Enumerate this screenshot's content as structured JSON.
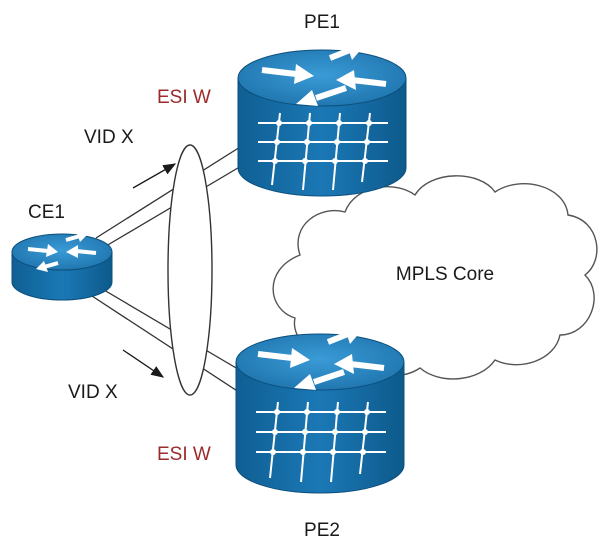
{
  "nodes": {
    "pe1": {
      "label": "PE1",
      "esi_label": "ESI W"
    },
    "pe2": {
      "label": "PE2",
      "esi_label": "ESI W"
    },
    "ce1": {
      "label": "CE1"
    },
    "core": {
      "label": "MPLS Core"
    }
  },
  "vlan_labels": {
    "upper": "VID X",
    "lower": "VID X"
  },
  "colors": {
    "router_blue": "#1f6fa3",
    "router_top": "#2d8ac4",
    "esi_text": "#9b2b2b"
  }
}
